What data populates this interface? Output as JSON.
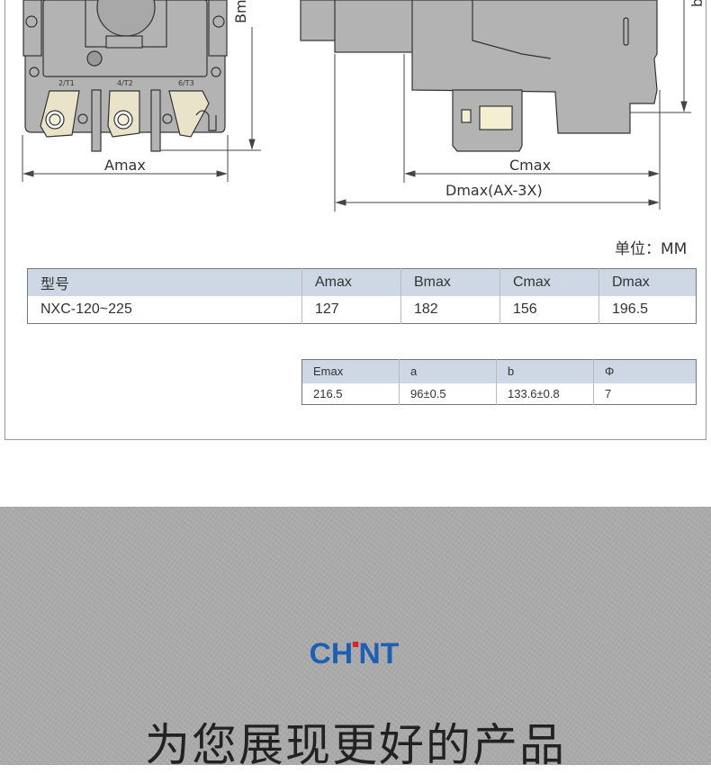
{
  "diagram": {
    "labels": {
      "amax": "Amax",
      "bmax": "Bm",
      "cmax": "Cmax",
      "dmax": "Dmax(AX-3X)",
      "b": "b"
    },
    "terminals": [
      "2/T1",
      "4/T2",
      "6/T3"
    ]
  },
  "unit_label": "单位：MM",
  "table1": {
    "headers": [
      "型号",
      "Amax",
      "Bmax",
      "Cmax",
      "Dmax"
    ],
    "row": [
      "NXC-120~225",
      "127",
      "182",
      "156",
      "196.5"
    ]
  },
  "table2": {
    "headers": [
      "Emax",
      "a",
      "b",
      "Φ"
    ],
    "row": [
      "216.5",
      "96±0.5",
      "133.6±0.8",
      "7"
    ]
  },
  "brand": {
    "logo_text": "CHINT",
    "colors": {
      "blue": "#1d5fb3",
      "red": "#e31e24"
    }
  },
  "slogan": "为您展现更好的产品"
}
